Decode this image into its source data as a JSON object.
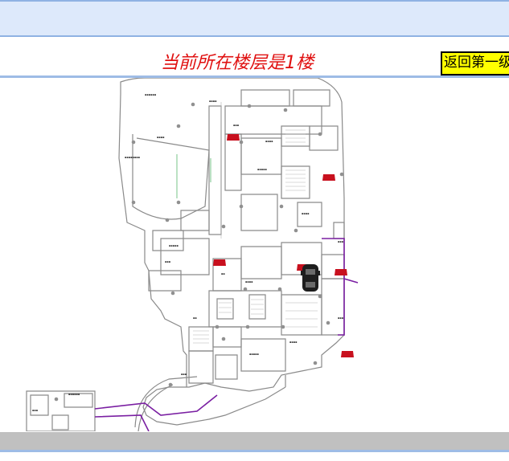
{
  "header": {
    "floor_title": "当前所在楼层是1楼",
    "back_button_label": "返回第一级"
  },
  "colors": {
    "header_band": "#dde9fb",
    "border_blue": "#9ebce6",
    "title_red": "#e01010",
    "button_yellow": "#ffff00",
    "footer_gray": "#c0c0c0",
    "car_red": "#c8101e",
    "route_purple": "#7a1fa2"
  },
  "map": {
    "icons": [
      "car-icon",
      "current-location-car-icon",
      "route-line"
    ]
  }
}
